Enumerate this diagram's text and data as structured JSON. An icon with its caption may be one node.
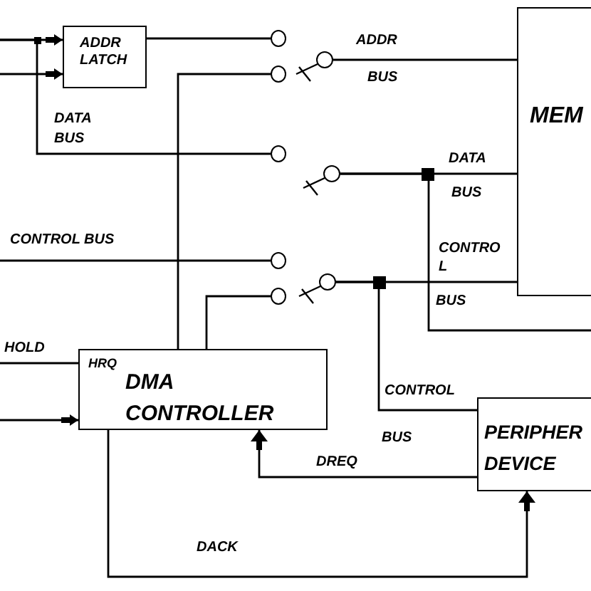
{
  "diagram": {
    "nodes": [
      {
        "text": [
          "ADDR LATCH"
        ]
      },
      {
        "text": [
          "MEM"
        ]
      },
      {
        "text": [
          "HRQ",
          "DMA CONTROLLER"
        ]
      },
      {
        "text": [
          "PERIPHER DEVICE"
        ]
      },
      {
        "text": [],
        "shape": "circle"
      },
      {
        "text": [],
        "shape": "circle"
      },
      {
        "text": [],
        "shape": "circle"
      },
      {
        "text": [],
        "shape": "circle"
      },
      {
        "text": [],
        "shape": "circle"
      },
      {
        "text": [],
        "shape": "circle"
      },
      {
        "text": [],
        "shape": "circle"
      },
      {
        "text": [],
        "shape": "circle"
      }
    ],
    "edges": [
      {
        "from": null,
        "to": 0,
        "arrow": "to"
      },
      {
        "from": null,
        "to": 0,
        "arrow": "to"
      },
      {
        "from": 0,
        "to": 4,
        "arrow": "none"
      },
      {
        "from": 5,
        "to": 1,
        "arrow": "none",
        "label": "ADDR BUS"
      },
      {
        "from": null,
        "to": 7,
        "arrow": "none",
        "label": "DATA BUS"
      },
      {
        "from": 2,
        "to": 6,
        "arrow": "none"
      },
      {
        "from": 8,
        "to": 1,
        "arrow": "none",
        "label": "DATA BUS"
      },
      {
        "from": 8,
        "to": null,
        "arrow": "none"
      },
      {
        "from": null,
        "to": 9,
        "arrow": "none",
        "label": "CONTROL BUS"
      },
      {
        "from": 10,
        "to": 1,
        "arrow": "none",
        "label": "CONTRO L BUS"
      },
      {
        "from": 2,
        "to": 11,
        "arrow": "none"
      },
      {
        "from": 10,
        "to": 3,
        "arrow": "none",
        "label": "CONTROL BUS"
      },
      {
        "from": null,
        "to": 2,
        "arrow": "none",
        "label": "HOLD"
      },
      {
        "from": null,
        "to": 2,
        "arrow": "to"
      },
      {
        "from": 3,
        "to": 2,
        "arrow": "to",
        "label": "DREQ"
      },
      {
        "from": 2,
        "to": 3,
        "arrow": "to",
        "label": "DACK"
      }
    ]
  }
}
